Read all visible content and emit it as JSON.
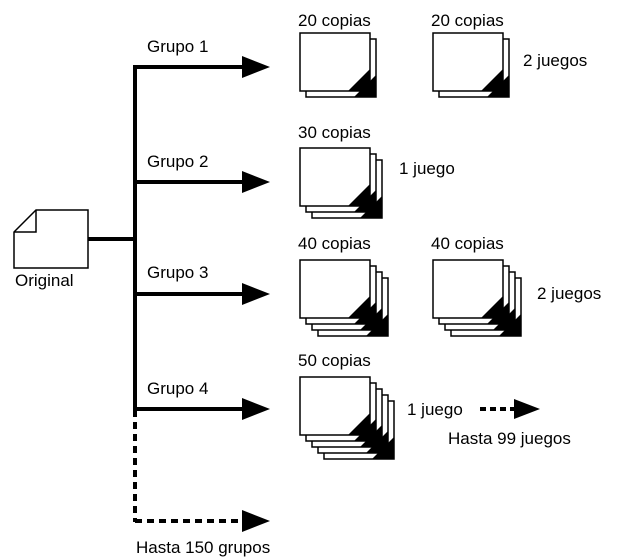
{
  "original": {
    "label": "Original"
  },
  "groups": [
    {
      "label": "Grupo 1",
      "stacks": [
        {
          "copies": "20 copias"
        },
        {
          "copies": "20 copias"
        }
      ],
      "sets": "2 juegos"
    },
    {
      "label": "Grupo 2",
      "stacks": [
        {
          "copies": "30 copias"
        }
      ],
      "sets": "1 juego"
    },
    {
      "label": "Grupo 3",
      "stacks": [
        {
          "copies": "40 copias"
        },
        {
          "copies": "40 copias"
        }
      ],
      "sets": "2 juegos"
    },
    {
      "label": "Grupo 4",
      "stacks": [
        {
          "copies": "50 copias"
        }
      ],
      "sets": "1 juego",
      "continuation": "Hasta 99 juegos"
    }
  ],
  "footer": {
    "continuation": "Hasta 150 grupos"
  },
  "colors": {
    "line": "#000000",
    "paper": "#ffffff",
    "corner": "#000000"
  }
}
